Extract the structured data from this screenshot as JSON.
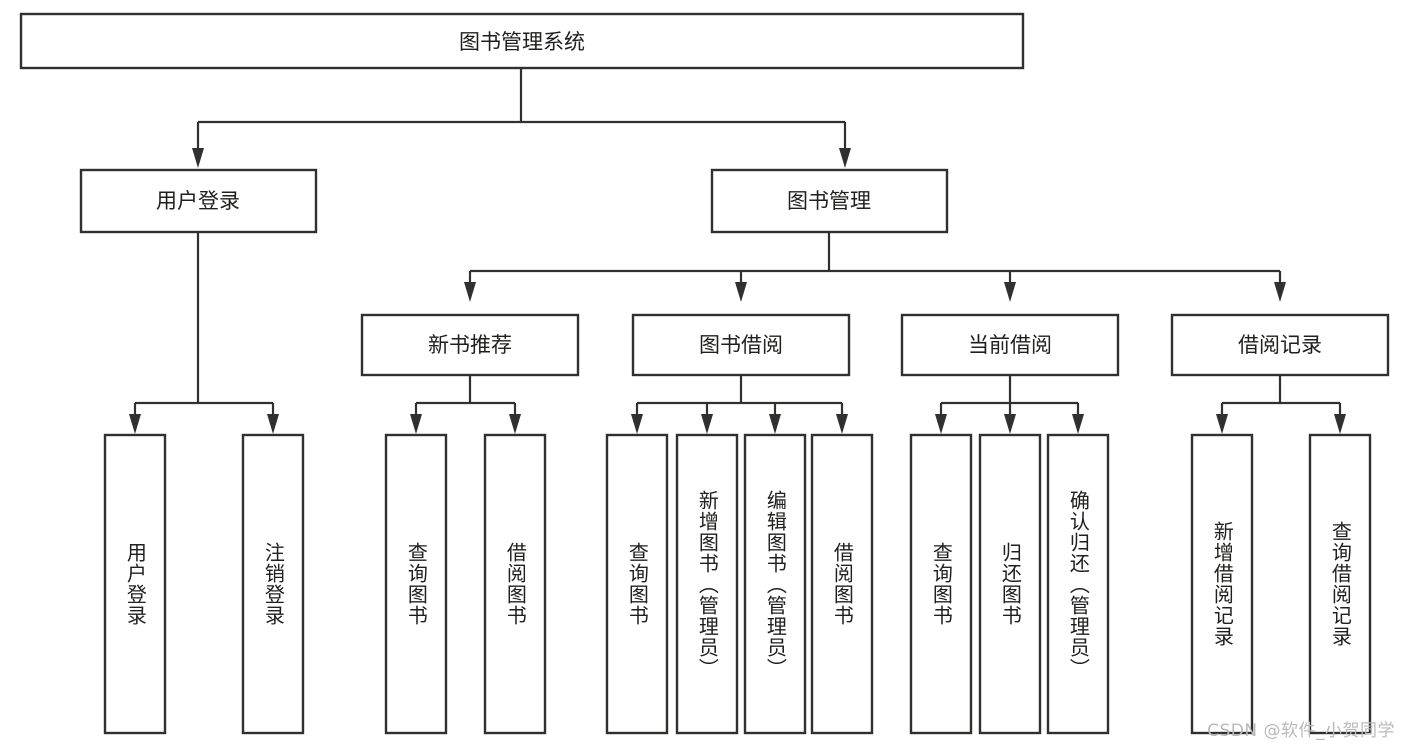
{
  "diagram": {
    "type": "tree-hierarchy",
    "title": "图书管理系统",
    "watermark": "CSDN @软件_小贺同学",
    "colors": {
      "box_stroke": "#30302f",
      "box_fill": "#ffffff",
      "text": "#20201f",
      "watermark": "#b9b9b9",
      "background": "#ffffff"
    },
    "levels": [
      {
        "level": 1,
        "nodes": [
          {
            "id": "root",
            "label": "图书管理系统",
            "orientation": "horizontal"
          }
        ]
      },
      {
        "level": 2,
        "nodes": [
          {
            "id": "login",
            "label": "用户登录",
            "orientation": "horizontal",
            "parent": "root"
          },
          {
            "id": "bookmgmt",
            "label": "图书管理",
            "orientation": "horizontal",
            "parent": "root"
          }
        ]
      },
      {
        "level": 3,
        "nodes": [
          {
            "id": "newbook",
            "label": "新书推荐",
            "orientation": "horizontal",
            "parent": "bookmgmt"
          },
          {
            "id": "borrow",
            "label": "图书借阅",
            "orientation": "horizontal",
            "parent": "bookmgmt"
          },
          {
            "id": "current",
            "label": "当前借阅",
            "orientation": "horizontal",
            "parent": "bookmgmt"
          },
          {
            "id": "records",
            "label": "借阅记录",
            "orientation": "horizontal",
            "parent": "bookmgmt"
          }
        ]
      },
      {
        "level": 4,
        "nodes": [
          {
            "id": "leaf1",
            "label": "用户登录",
            "orientation": "vertical",
            "parent": "login"
          },
          {
            "id": "leaf2",
            "label": "注销登录",
            "orientation": "vertical",
            "parent": "login"
          },
          {
            "id": "leaf3",
            "label": "查询图书",
            "orientation": "vertical",
            "parent": "newbook"
          },
          {
            "id": "leaf4",
            "label": "借阅图书",
            "orientation": "vertical",
            "parent": "newbook"
          },
          {
            "id": "leaf5",
            "label": "查询图书",
            "orientation": "vertical",
            "parent": "borrow"
          },
          {
            "id": "leaf6",
            "label": "新增图书（管理员）",
            "orientation": "vertical",
            "parent": "borrow"
          },
          {
            "id": "leaf7",
            "label": "编辑图书（管理员）",
            "orientation": "vertical",
            "parent": "borrow"
          },
          {
            "id": "leaf8",
            "label": "借阅图书",
            "orientation": "vertical",
            "parent": "borrow"
          },
          {
            "id": "leaf9",
            "label": "查询图书",
            "orientation": "vertical",
            "parent": "current"
          },
          {
            "id": "leaf10",
            "label": "归还图书",
            "orientation": "vertical",
            "parent": "current"
          },
          {
            "id": "leaf11",
            "label": "确认归还（管理员）",
            "orientation": "vertical",
            "parent": "current"
          },
          {
            "id": "leaf12",
            "label": "新增借阅记录",
            "orientation": "vertical",
            "parent": "records"
          },
          {
            "id": "leaf13",
            "label": "查询借阅记录",
            "orientation": "vertical",
            "parent": "records"
          }
        ]
      }
    ]
  }
}
